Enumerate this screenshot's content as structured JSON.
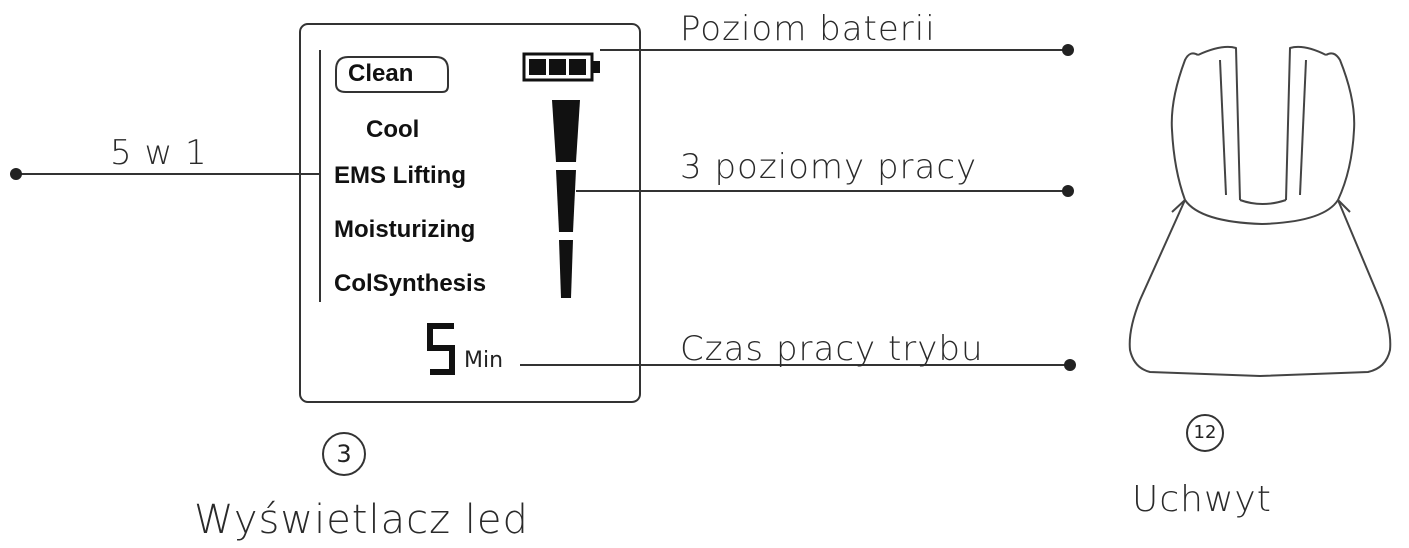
{
  "display": {
    "modes": [
      "Clean",
      "Cool",
      "EMS Lifting",
      "Moisturizing",
      "ColSynthesis"
    ],
    "timer_value": "5",
    "timer_unit": "Min",
    "number": "3",
    "caption": "Wyświetlacz led"
  },
  "callouts": {
    "modes": "5 w 1",
    "battery": "Poziom baterii",
    "levels": "3 poziomy pracy",
    "time": "Czas pracy trybu"
  },
  "holder": {
    "number": "12",
    "caption": "Uchwyt"
  }
}
